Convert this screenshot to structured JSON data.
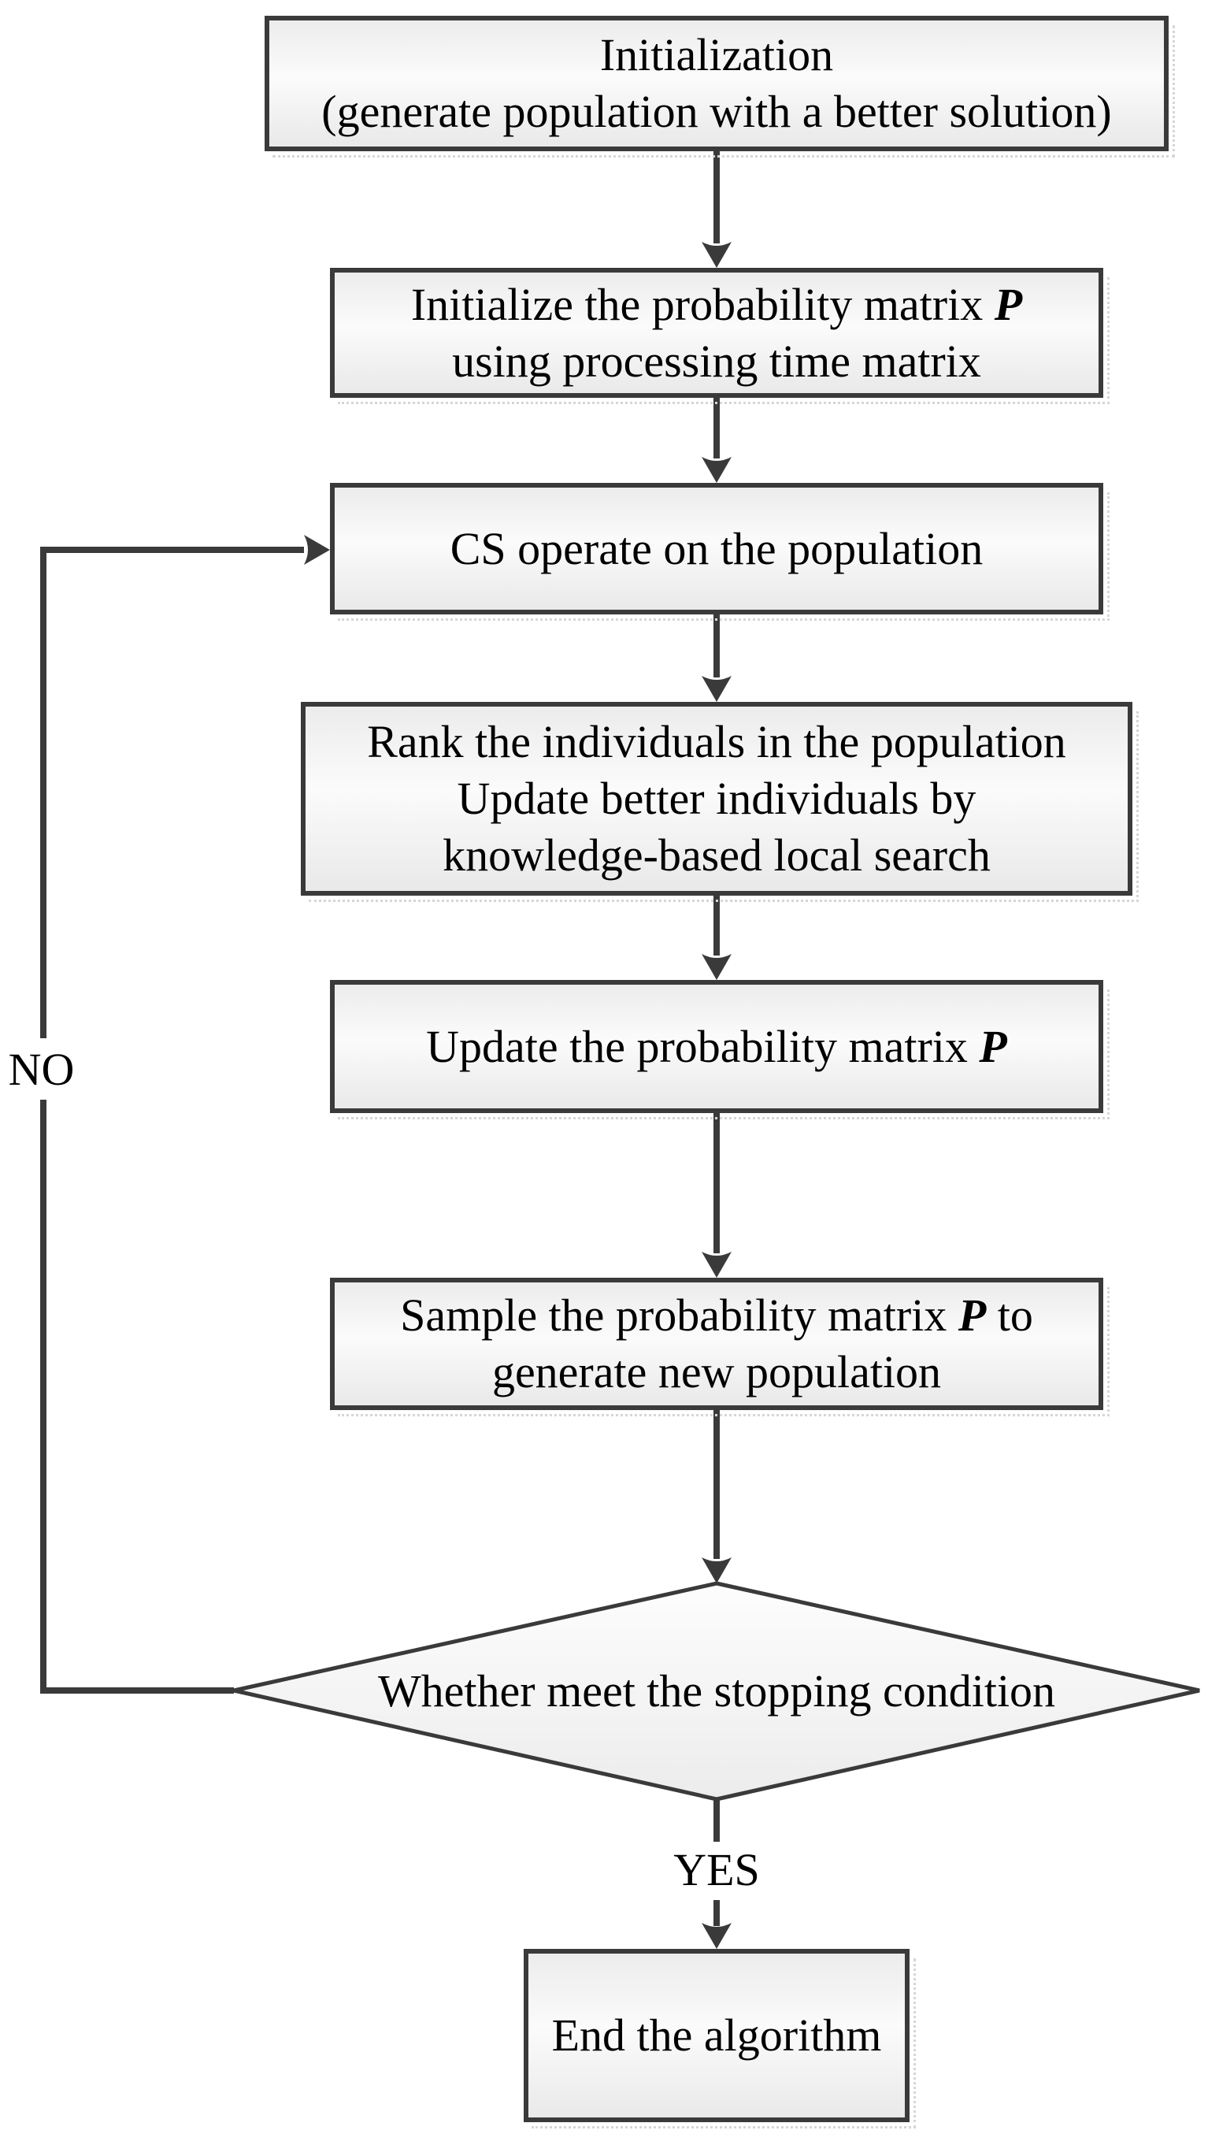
{
  "figure": {
    "type": "flowchart",
    "background": "#ffffff",
    "colors": {
      "connector": "#3a3a3a",
      "node_border": "#3a3a3a",
      "node_fill_light": "#fbfbfb",
      "node_fill_gray": "#ebebeb",
      "shadow_dots": "#d6d6d6",
      "text": "#000000"
    },
    "branch_labels": {
      "yes": "YES",
      "no": "NO"
    },
    "nodes": [
      {
        "id": "initialization",
        "shape": "rect",
        "lines": [
          [
            {
              "t": "Initialization"
            }
          ],
          [
            {
              "t": "(generate population with a better solution)"
            }
          ]
        ]
      },
      {
        "id": "init-probability-matrix",
        "shape": "rect",
        "lines": [
          [
            {
              "t": "Initialize the probability matrix "
            },
            {
              "t": "P",
              "bi": true
            }
          ],
          [
            {
              "t": "using processing time matrix"
            }
          ]
        ]
      },
      {
        "id": "cs-operate",
        "shape": "rect",
        "lines": [
          [
            {
              "t": "CS operate on the population"
            }
          ]
        ]
      },
      {
        "id": "rank-and-local-search",
        "shape": "rect",
        "lines": [
          [
            {
              "t": "Rank the individuals in the population"
            }
          ],
          [
            {
              "t": "Update better individuals by"
            }
          ],
          [
            {
              "t": "knowledge-based local search"
            }
          ]
        ]
      },
      {
        "id": "update-probability-matrix",
        "shape": "rect",
        "lines": [
          [
            {
              "t": "Update the probability matrix "
            },
            {
              "t": "P",
              "bi": true
            }
          ]
        ]
      },
      {
        "id": "sample-probability-matrix",
        "shape": "rect",
        "lines": [
          [
            {
              "t": "Sample the probability matrix "
            },
            {
              "t": "P",
              "bi": true
            },
            {
              "t": " to"
            }
          ],
          [
            {
              "t": "generate new population"
            }
          ]
        ]
      },
      {
        "id": "stopping-condition",
        "shape": "diamond",
        "lines": [
          [
            {
              "t": "Whether meet the stopping condition"
            }
          ]
        ]
      },
      {
        "id": "end-algorithm",
        "shape": "rect",
        "lines": [
          [
            {
              "t": "End the algorithm"
            }
          ]
        ]
      }
    ],
    "edges": [
      {
        "from": "initialization",
        "to": "init-probability-matrix",
        "label": ""
      },
      {
        "from": "init-probability-matrix",
        "to": "cs-operate",
        "label": ""
      },
      {
        "from": "cs-operate",
        "to": "rank-and-local-search",
        "label": ""
      },
      {
        "from": "rank-and-local-search",
        "to": "update-probability-matrix",
        "label": ""
      },
      {
        "from": "update-probability-matrix",
        "to": "sample-probability-matrix",
        "label": ""
      },
      {
        "from": "sample-probability-matrix",
        "to": "stopping-condition",
        "label": ""
      },
      {
        "from": "stopping-condition",
        "to": "end-algorithm",
        "label": "YES"
      },
      {
        "from": "stopping-condition",
        "to": "cs-operate",
        "label": "NO"
      }
    ]
  }
}
